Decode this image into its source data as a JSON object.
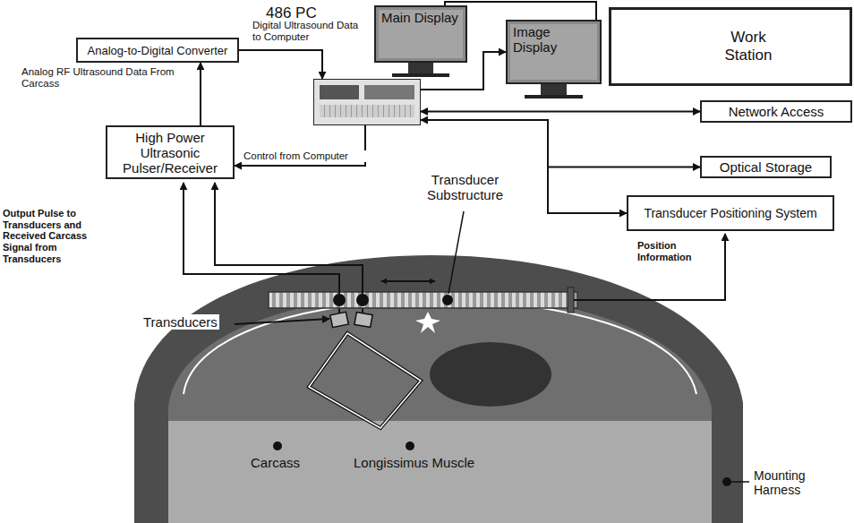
{
  "diagram": {
    "nodes": [
      {
        "text": [
          "Analog-to-Digital Converter"
        ]
      },
      {
        "text": [
          "High Power Ultrasonic Pulser/Receiver"
        ]
      },
      {
        "text": [
          "486 PC"
        ]
      },
      {
        "text": [
          "Main Display"
        ]
      },
      {
        "text": [
          "Image Display"
        ]
      },
      {
        "text": [
          "Work Station"
        ]
      },
      {
        "text": [
          "Network Access"
        ]
      },
      {
        "text": [
          "Optical Storage"
        ]
      },
      {
        "text": [
          "Transducer Positioning System"
        ]
      }
    ],
    "edges": [
      {
        "from": 0,
        "to": 2,
        "label": "Digital Ultrasound Data to Computer",
        "arrow": "to"
      },
      {
        "from": 1,
        "to": 0,
        "label": "Analog RF Ultrasound Data From Carcass",
        "arrow": "to"
      },
      {
        "from": 2,
        "to": 1,
        "label": "Control from Computer",
        "arrow": "to"
      },
      {
        "from": 3,
        "to": 4,
        "arrow": "none"
      },
      {
        "from": 2,
        "to": 4,
        "arrow": "to"
      },
      {
        "from": 2,
        "to": 6,
        "arrow": "both"
      },
      {
        "from": 2,
        "to": 7,
        "arrow": "to"
      },
      {
        "from": 2,
        "to": 8,
        "arrow": "both"
      }
    ],
    "labels": [
      "Output Pulse to Transducers and Received Carcass Signal from Transducers",
      "Transducer Substructure",
      "Transducers",
      "Position Information",
      "Carcass",
      "Longissimus Muscle",
      "Mounting Harness"
    ]
  }
}
